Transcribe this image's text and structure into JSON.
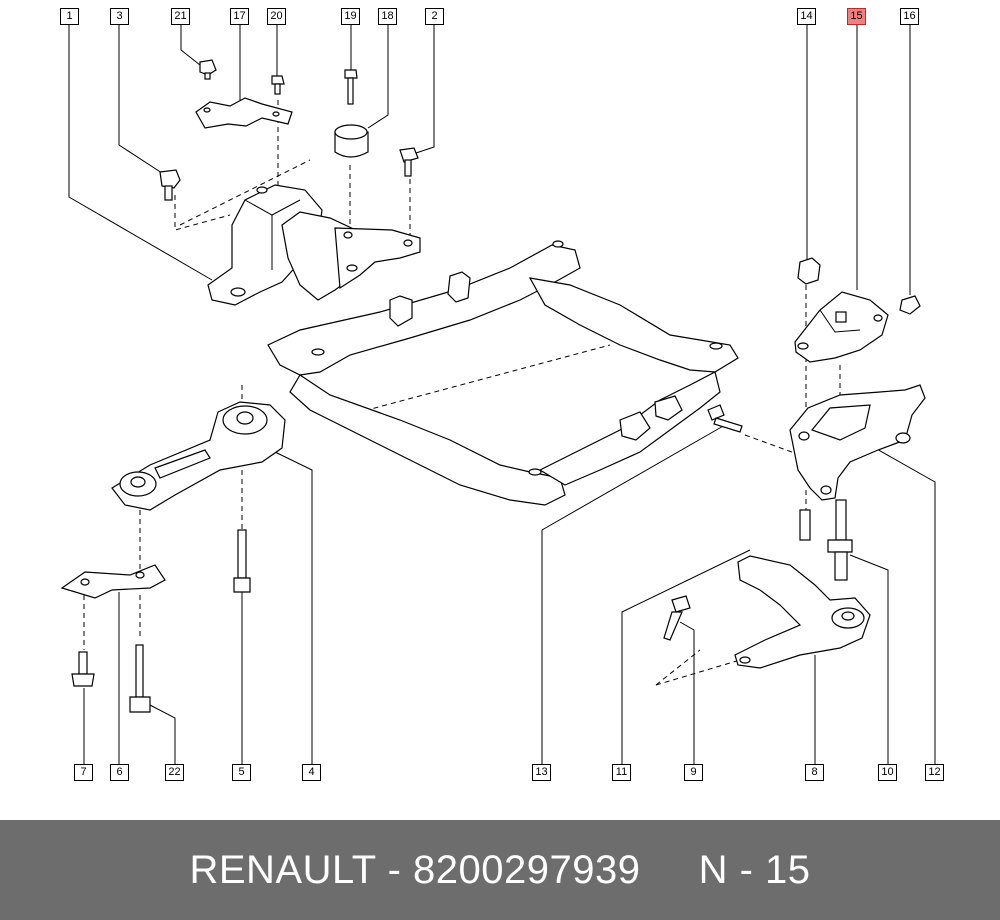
{
  "callouts": [
    {
      "id": "1",
      "label": "1",
      "highlight": false
    },
    {
      "id": "3",
      "label": "3",
      "highlight": false
    },
    {
      "id": "21",
      "label": "21",
      "highlight": false
    },
    {
      "id": "17",
      "label": "17",
      "highlight": false
    },
    {
      "id": "20",
      "label": "20",
      "highlight": false
    },
    {
      "id": "19",
      "label": "19",
      "highlight": false
    },
    {
      "id": "18",
      "label": "18",
      "highlight": false
    },
    {
      "id": "2",
      "label": "2",
      "highlight": false
    },
    {
      "id": "14",
      "label": "14",
      "highlight": false
    },
    {
      "id": "15",
      "label": "15",
      "highlight": true
    },
    {
      "id": "16",
      "label": "16",
      "highlight": false
    },
    {
      "id": "7",
      "label": "7",
      "highlight": false
    },
    {
      "id": "6",
      "label": "6",
      "highlight": false
    },
    {
      "id": "22",
      "label": "22",
      "highlight": false
    },
    {
      "id": "5",
      "label": "5",
      "highlight": false
    },
    {
      "id": "4",
      "label": "4",
      "highlight": false
    },
    {
      "id": "13",
      "label": "13",
      "highlight": false
    },
    {
      "id": "11",
      "label": "11",
      "highlight": false
    },
    {
      "id": "9",
      "label": "9",
      "highlight": false
    },
    {
      "id": "8",
      "label": "8",
      "highlight": false
    },
    {
      "id": "10",
      "label": "10",
      "highlight": false
    },
    {
      "id": "12",
      "label": "12",
      "highlight": false
    }
  ],
  "footer": {
    "brand": "RENAULT",
    "separator": " - ",
    "part_number": "8200297939",
    "position_label": "N - 15"
  },
  "colors": {
    "highlight": "#f08080",
    "footer_bg": "#6d6d6d",
    "footer_text": "#ffffff"
  }
}
